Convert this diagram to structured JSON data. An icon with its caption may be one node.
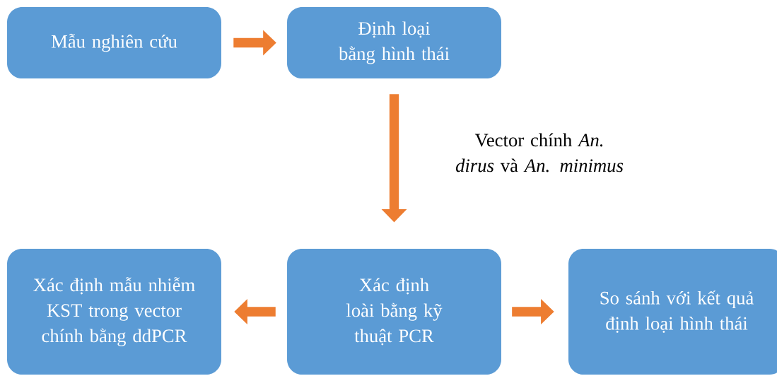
{
  "diagram": {
    "nodes": [
      {
        "text": [
          "Mẫu nghiên cứu"
        ]
      },
      {
        "text": [
          "Định loại bằng hình thái"
        ]
      },
      {
        "text": [
          "Xác định mẫu nhiễm KST trong vector chính bằng ddPCR"
        ]
      },
      {
        "text": [
          "Xác định loài bằng kỹ thuật PCR"
        ]
      },
      {
        "text": [
          "So sánh với kết quả định loại hình thái"
        ]
      }
    ],
    "edges": [
      {
        "from": 0,
        "to": 1,
        "arrow": "to"
      },
      {
        "from": 1,
        "to": 3,
        "arrow": "to",
        "label": "Vector chính *An. dirus* và *An. minimus*"
      },
      {
        "from": 3,
        "to": 2,
        "arrow": "to"
      },
      {
        "from": 3,
        "to": 4,
        "arrow": "to"
      }
    ]
  }
}
